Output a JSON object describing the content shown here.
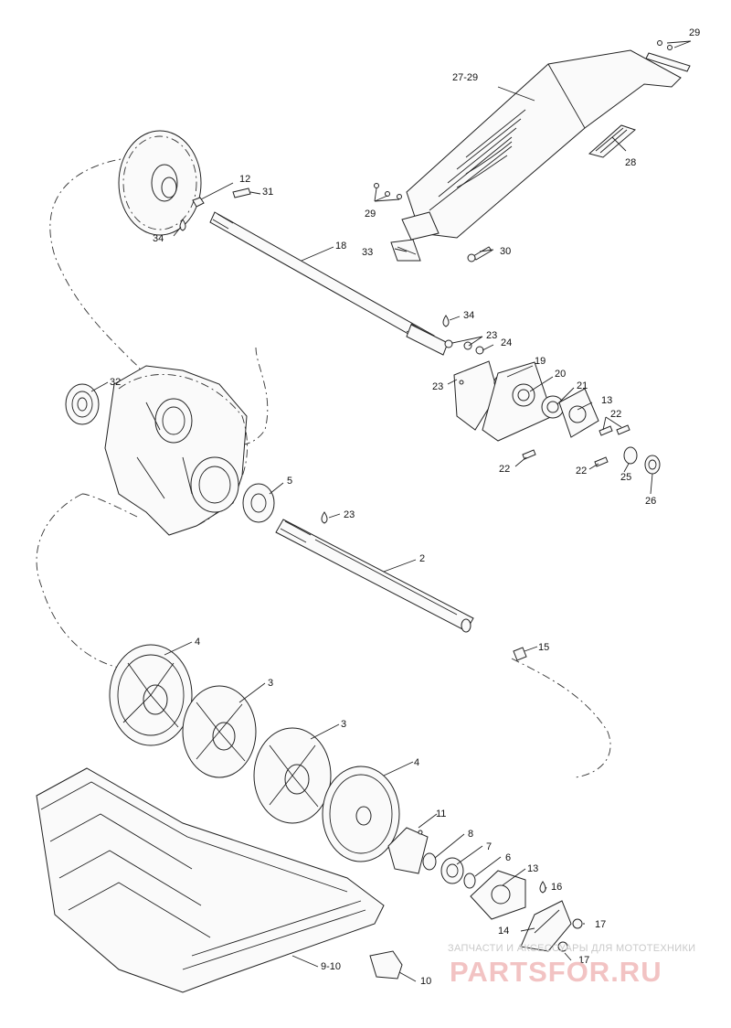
{
  "diagram": {
    "callouts": {
      "c29a": "29",
      "c2729": "27-29",
      "c28": "28",
      "c29b": "29",
      "c30": "30",
      "c33": "33",
      "c12": "12",
      "c31": "31",
      "c34a": "34",
      "c18": "18",
      "c34b": "34",
      "c23a": "23",
      "c24": "24",
      "c19": "19",
      "c20": "20",
      "c21": "21",
      "c13a": "13",
      "c23b": "23",
      "c22a": "22",
      "c22b": "22",
      "c22c": "22",
      "c25": "25",
      "c26": "26",
      "c32": "32",
      "c5": "5",
      "c23c": "23",
      "c2": "2",
      "c15": "15",
      "c4a": "4",
      "c3a": "3",
      "c3b": "3",
      "c4b": "4",
      "c11": "11",
      "c8": "8",
      "c7": "7",
      "c6": "6",
      "c13b": "13",
      "c16": "16",
      "c17a": "17",
      "c14": "14",
      "c17b": "17",
      "c910": "9-10",
      "c10": "10"
    }
  },
  "watermark": {
    "line1": "ЗАПЧАСТИ И АКСЕССУАРЫ ДЛЯ МОТОТЕХНИКИ",
    "line2": "PARTSFOR.RU",
    "color": "#d94040"
  }
}
